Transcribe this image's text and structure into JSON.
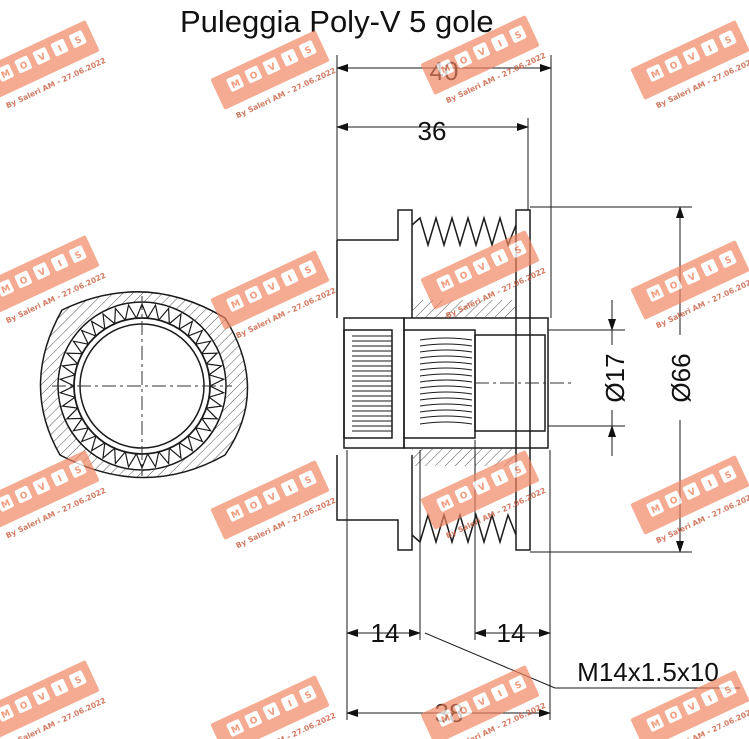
{
  "title": "Puleggia Poly-V 5 gole",
  "dimensions": {
    "overall_width": "40",
    "body_width": "36",
    "bore_diameter": "Ø17",
    "outer_diameter": "Ø66",
    "left_offset": "14",
    "right_offset": "14",
    "thread": "M14x1.5x10",
    "base_width": "38"
  },
  "watermark": {
    "brand": "MOVIS",
    "credit": "By Saleri AM - 27.06.2022",
    "color": "#f0845f"
  },
  "colors": {
    "line": "#1a1a1a",
    "hatch": "#555555"
  }
}
